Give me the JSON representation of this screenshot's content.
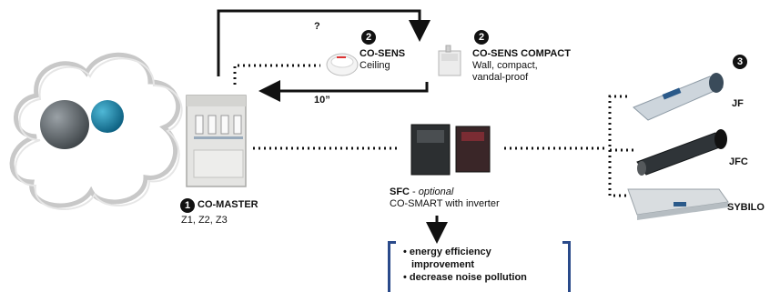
{
  "question_mark": "?",
  "distance_label": "10”",
  "co_sens": {
    "badge": "2",
    "title": "CO-SENS",
    "subtitle": "Ceiling"
  },
  "co_sens_compact": {
    "badge": "2",
    "title": "CO-SENS COMPACT",
    "line1": "Wall, compact,",
    "line2": "vandal-proof"
  },
  "co_master": {
    "badge": "1",
    "title": "CO-MASTER",
    "zones": "Z1, Z2, Z3"
  },
  "sfc": {
    "title": "SFC",
    "sep": " - ",
    "optional": "optional",
    "desc": "CO-SMART with inverter"
  },
  "fans": {
    "badge": "3",
    "items": [
      "JF",
      "JFC",
      "SYBILO"
    ]
  },
  "benefits": [
    {
      "bullet": "• ",
      "text": "energy efficiency",
      "cont": "improvement"
    },
    {
      "bullet": "• ",
      "text": "decrease noise pollution",
      "cont": ""
    }
  ],
  "colors": {
    "line": "#111111",
    "bracket": "#2a4a8a",
    "cloud_stroke": "#c8c8c8"
  }
}
